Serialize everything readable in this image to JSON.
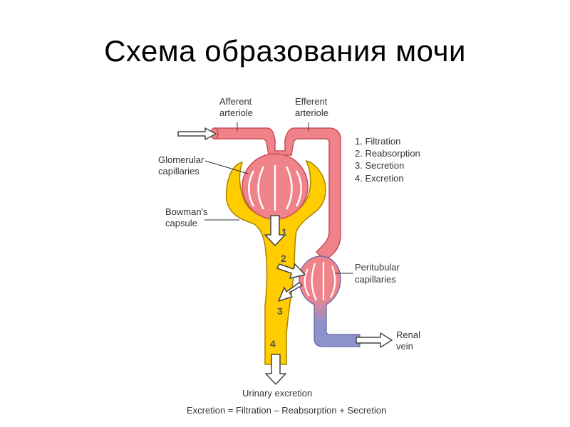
{
  "title": "Схема образования мочи",
  "colors": {
    "arterial": "#f0828a",
    "arterial_stroke": "#c84c58",
    "venous": "#8c92cc",
    "venous_stroke": "#5f66a8",
    "capsule": "#ffcc00",
    "capsule_stroke": "#a88400",
    "arrow_fill": "#ffffff",
    "arrow_stroke": "#444444"
  },
  "labels": {
    "afferent_line1": "Afferent",
    "afferent_line2": "arteriole",
    "efferent_line1": "Efferent",
    "efferent_line2": "arteriole",
    "glomerular_line1": "Glomerular",
    "glomerular_line2": "capillaries",
    "bowmans_line1": "Bowman's",
    "bowmans_line2": "capsule",
    "peritubular_line1": "Peritubular",
    "peritubular_line2": "capillaries",
    "renal_line1": "Renal",
    "renal_line2": "vein",
    "urinary": "Urinary excretion",
    "equation": "Excretion = Filtration – Reabsorption + Secretion"
  },
  "processes": [
    "1. Filtration",
    "2. Reabsorption",
    "3. Secretion",
    "4. Excretion"
  ],
  "step_numbers": [
    "1",
    "2",
    "3",
    "4"
  ]
}
